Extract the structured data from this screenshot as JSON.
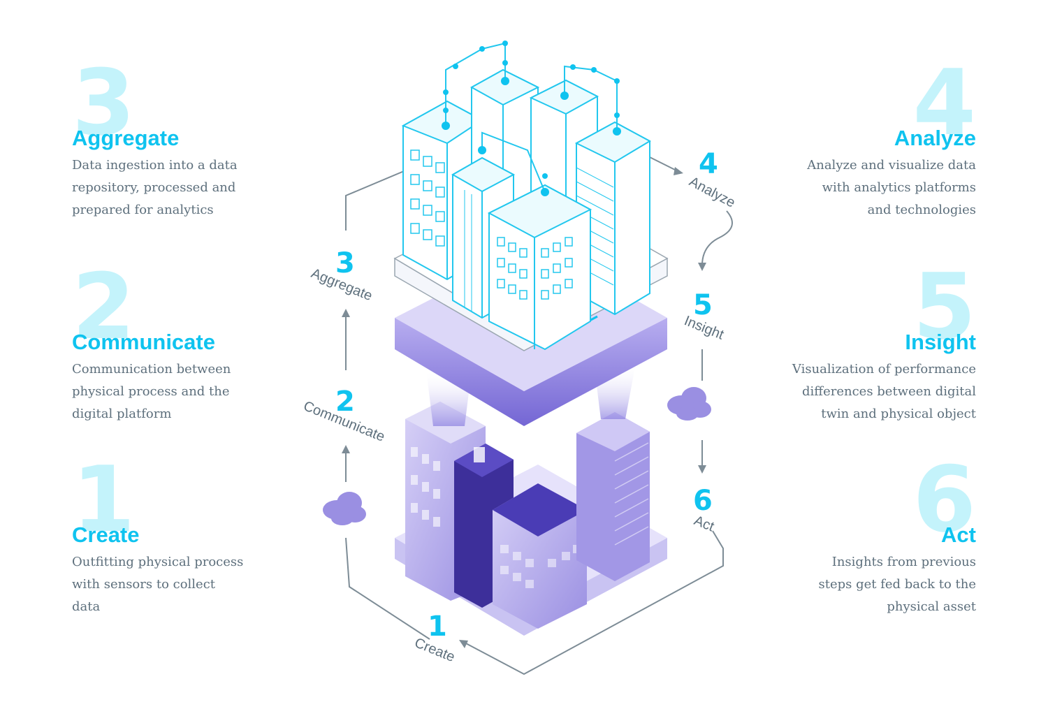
{
  "steps": {
    "aggregate": {
      "number": "3",
      "title": "Aggregate",
      "desc": [
        "Data ingestion into a data",
        "repository, processed and",
        "prepared for analytics"
      ]
    },
    "communicate": {
      "number": "2",
      "title": "Communicate",
      "desc": [
        "Communication between",
        "physical process and the",
        "digital platform"
      ]
    },
    "create": {
      "number": "1",
      "title": "Create",
      "desc": [
        "Outfitting physical process",
        "with sensors to collect",
        "data"
      ]
    },
    "analyze": {
      "number": "4",
      "title": "Analyze",
      "desc": [
        "Analyze and visualize data",
        "with analytics platforms",
        "and technologies"
      ]
    },
    "insight": {
      "number": "5",
      "title": "Insight",
      "desc": [
        "Visualization of performance",
        "differences between digital",
        "twin and physical object"
      ]
    },
    "act": {
      "number": "6",
      "title": "Act",
      "desc": [
        "Insights from previous",
        "steps get fed back to the",
        "physical asset"
      ]
    }
  },
  "cycle": {
    "n1": "1",
    "l1": "Create",
    "n2": "2",
    "l2": "Communicate",
    "n3": "3",
    "l3": "Aggregate",
    "n4": "4",
    "l4": "Analyze",
    "n5": "5",
    "l5": "Insight",
    "n6": "6",
    "l6": "Act"
  },
  "colors": {
    "accent": "#0fc3ef",
    "accent_light": "#c4f3fb",
    "text": "#5d6f7c",
    "purple": "#7b6fd6",
    "purple_dark": "#3d2f9a",
    "purple_light": "#c9c3f2"
  }
}
